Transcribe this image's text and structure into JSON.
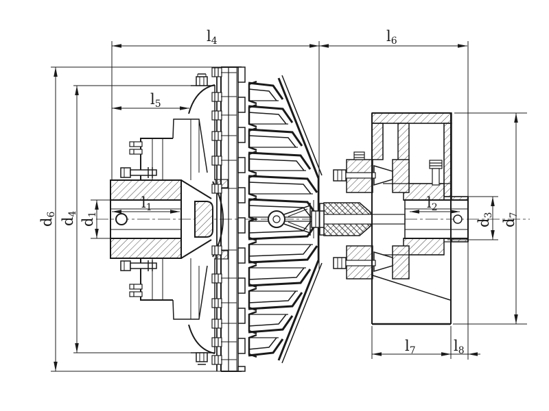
{
  "drawing": {
    "background": "#ffffff",
    "line_color": "#1a1a1a",
    "dimensions": {
      "l1": {
        "base": "l",
        "sub": "1"
      },
      "l2": {
        "base": "l",
        "sub": "2"
      },
      "l4": {
        "base": "l",
        "sub": "4"
      },
      "l5": {
        "base": "l",
        "sub": "5"
      },
      "l6": {
        "base": "l",
        "sub": "6"
      },
      "l7": {
        "base": "l",
        "sub": "7"
      },
      "l8": {
        "base": "l",
        "sub": "8"
      },
      "d1": {
        "base": "d",
        "sub": "1"
      },
      "d3": {
        "base": "d",
        "sub": "3"
      },
      "d4": {
        "base": "d",
        "sub": "4"
      },
      "d6": {
        "base": "d",
        "sub": "6"
      },
      "d7": {
        "base": "d",
        "sub": "7"
      }
    }
  }
}
